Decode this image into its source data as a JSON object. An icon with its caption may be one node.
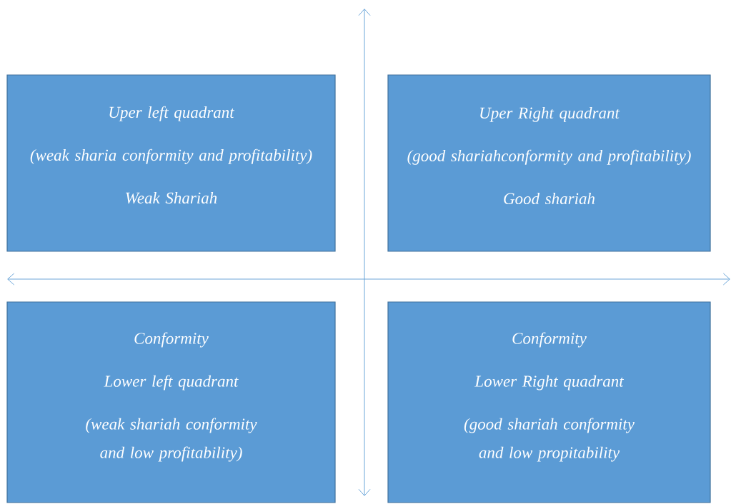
{
  "diagram": {
    "nodes": [
      {
        "text": [
          "Uper left quadrant",
          "(weak sharia conformity and profitability)",
          "Weak Shariah"
        ]
      },
      {
        "text": [
          "Uper Right quadrant",
          "(good shariahconformity and profitability)",
          "Good shariah"
        ]
      },
      {
        "text": [
          "Conformity",
          "Lower left quadrant",
          "(weak shariah conformity and low profitability)"
        ]
      },
      {
        "text": [
          "Conformity",
          "Lower Right quadrant",
          "(good shariah conformity and low propitability"
        ]
      }
    ]
  }
}
